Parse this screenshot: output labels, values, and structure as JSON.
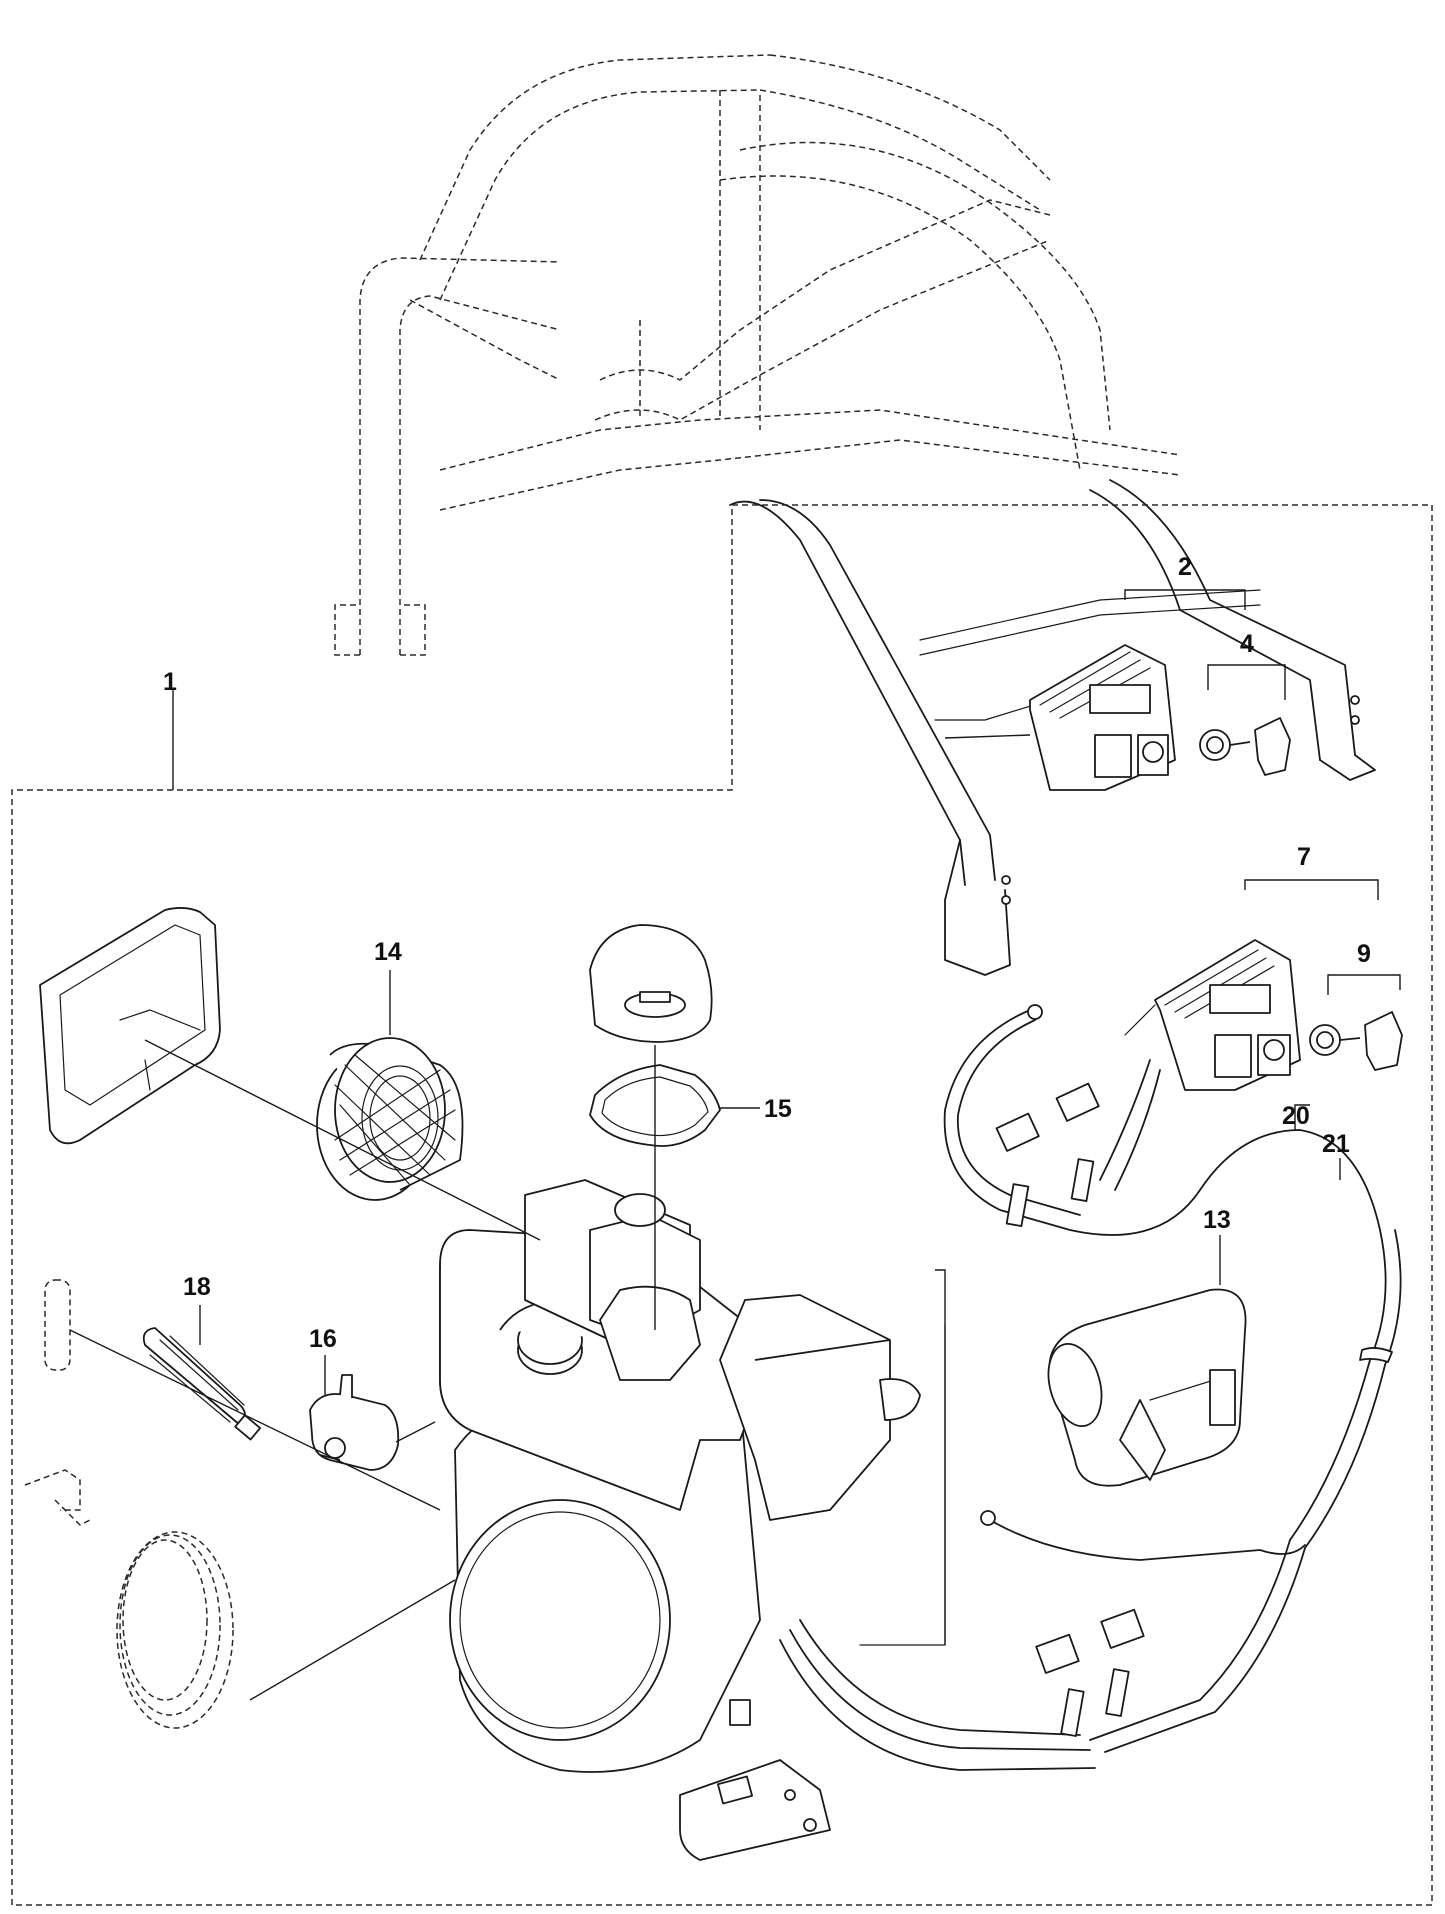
{
  "diagram": {
    "callouts": [
      {
        "id": "c1",
        "label": "1"
      },
      {
        "id": "c2",
        "label": "2"
      },
      {
        "id": "c4",
        "label": "4"
      },
      {
        "id": "c7",
        "label": "7"
      },
      {
        "id": "c9",
        "label": "9"
      },
      {
        "id": "c13",
        "label": "13"
      },
      {
        "id": "c14",
        "label": "14"
      },
      {
        "id": "c15",
        "label": "15"
      },
      {
        "id": "c16",
        "label": "16"
      },
      {
        "id": "c18",
        "label": "18"
      },
      {
        "id": "c20",
        "label": "20"
      },
      {
        "id": "c21",
        "label": "21"
      }
    ],
    "colors": {
      "line": "#1a1a1a",
      "background": "#ffffff"
    }
  }
}
